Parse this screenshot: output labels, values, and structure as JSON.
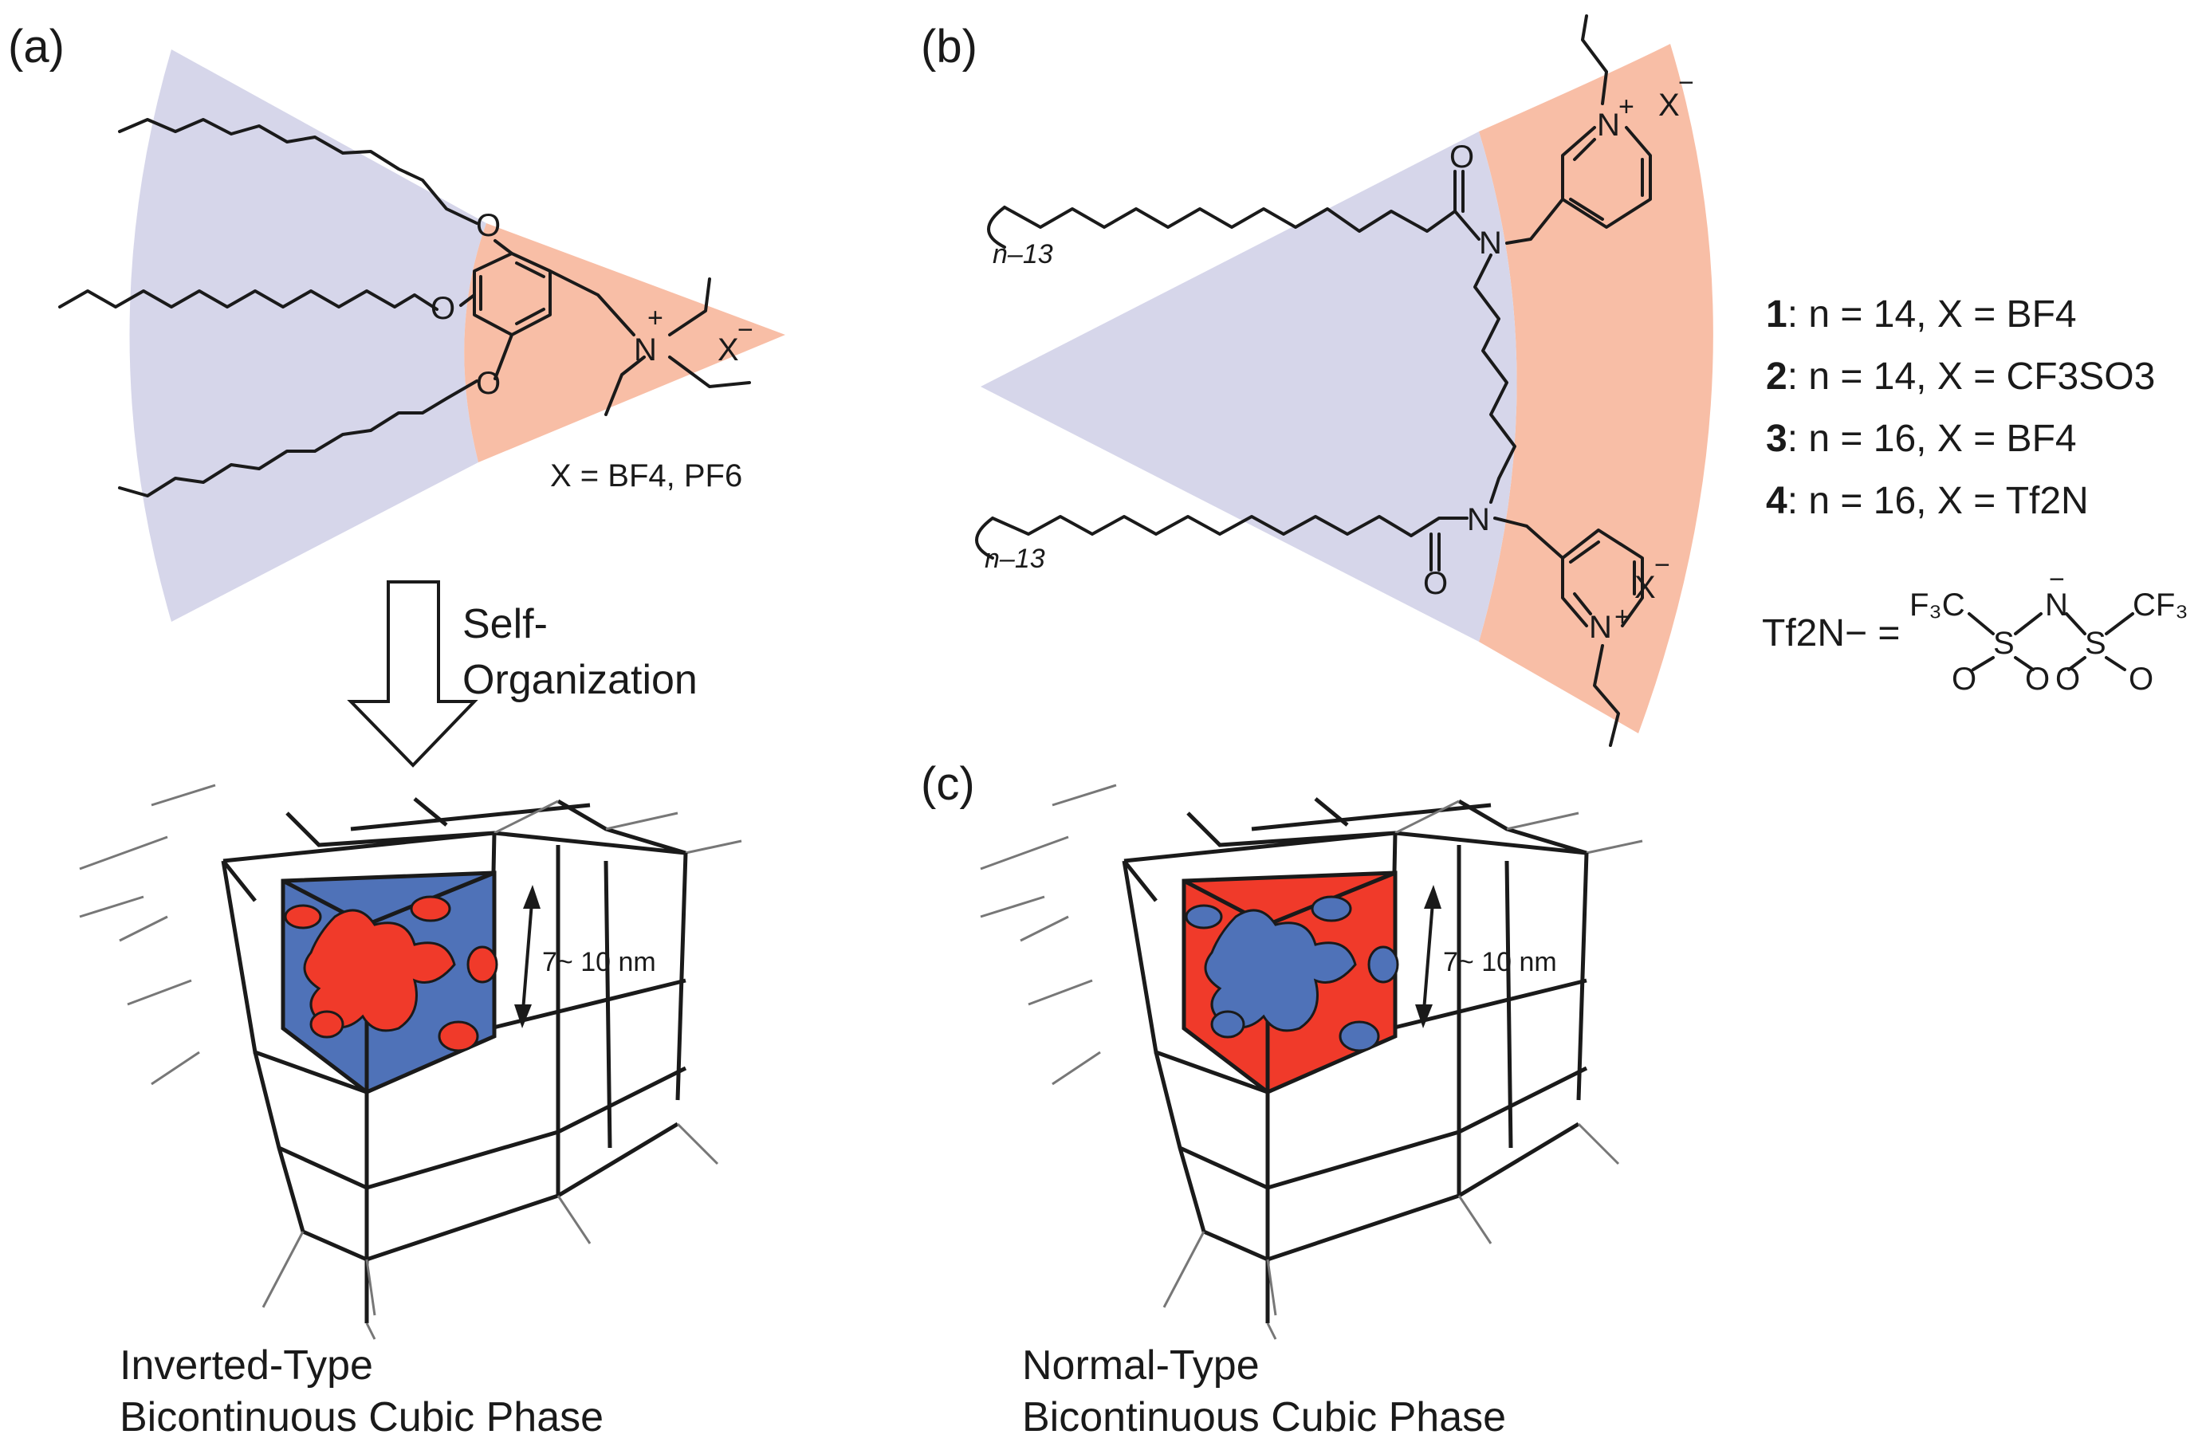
{
  "panel_a": {
    "label": "(a)",
    "counterion_formula": "X = BF4, PF6",
    "counterion_label": "X",
    "arrow_label_line1": "Self-",
    "arrow_label_line2": "Organization",
    "dimension_label": "7~ 10 nm",
    "caption_line1": "Inverted-Type",
    "caption_line2": "Bicontinuous Cubic Phase"
  },
  "panel_b": {
    "label": "(b)",
    "chain_subscript": "n–13",
    "counterion_label": "X",
    "compounds": [
      {
        "number": "1",
        "text": ": n = 14, X = BF4"
      },
      {
        "number": "2",
        "text": ": n = 14, X = CF3SO3"
      },
      {
        "number": "3",
        "text": ": n = 16, X = BF4"
      },
      {
        "number": "4",
        "text": ": n = 16, X = Tf2N"
      }
    ],
    "tf2n_label": "Tf2N− ="
  },
  "panel_c": {
    "label": "(c)",
    "dimension_label": "7~ 10 nm",
    "caption_line1": "Normal-Type",
    "caption_line2": "Bicontinuous Cubic Phase"
  },
  "colors": {
    "hydrophobic": "#d6d6ea",
    "ionic": "#f8bea6",
    "red_phase": "#f03a2a",
    "blue_phase": "#4f72b8"
  }
}
